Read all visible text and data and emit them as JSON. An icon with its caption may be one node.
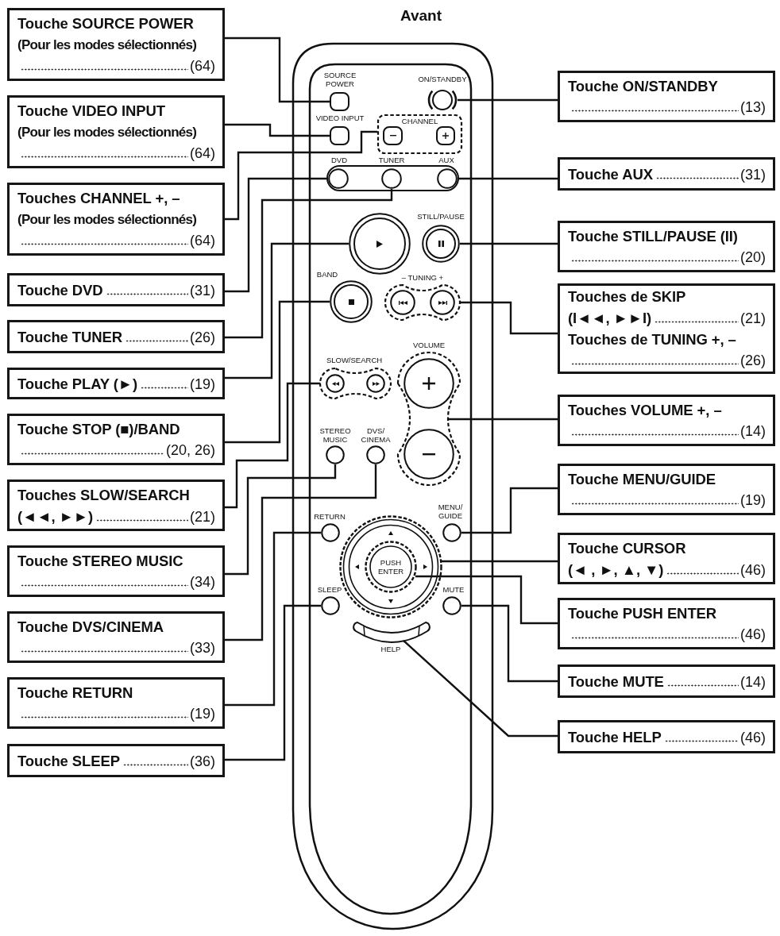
{
  "diagram": {
    "title": "Avant",
    "nodes": [
      {
        "text": [
          "Touche SOURCE POWER",
          "(Pour les modes sélectionnés)",
          "(64)"
        ]
      },
      {
        "text": [
          "Touche VIDEO INPUT",
          "(Pour les modes sélectionnés)",
          "(64)"
        ]
      },
      {
        "text": [
          "Touches CHANNEL +, –",
          "(Pour les modes sélectionnés)",
          "(64)"
        ]
      },
      {
        "text": [
          "Touche DVD",
          "(31)"
        ]
      },
      {
        "text": [
          "Touche TUNER",
          "(26)"
        ]
      },
      {
        "text": [
          "Touche PLAY (►)",
          "(19)"
        ]
      },
      {
        "text": [
          "Touche STOP (■)/BAND",
          "(20, 26)"
        ]
      },
      {
        "text": [
          "Touches SLOW/SEARCH",
          "(◄◄, ►►)",
          "(21)"
        ]
      },
      {
        "text": [
          "Touche STEREO MUSIC",
          "(34)"
        ]
      },
      {
        "text": [
          "Touche DVS/CINEMA",
          "(33)"
        ]
      },
      {
        "text": [
          "Touche RETURN",
          "(19)"
        ]
      },
      {
        "text": [
          "Touche SLEEP",
          "(36)"
        ]
      },
      {
        "text": [
          "Touche ON/STANDBY",
          "(13)"
        ]
      },
      {
        "text": [
          "Touche AUX",
          "(31)"
        ]
      },
      {
        "text": [
          "Touche STILL/PAUSE (II)",
          "(20)"
        ]
      },
      {
        "text": [
          "Touches de SKIP",
          "(I◄◄, ►►I)",
          "(21)",
          "Touches de TUNING +, –",
          "(26)"
        ]
      },
      {
        "text": [
          "Touches VOLUME +, –",
          "(14)"
        ]
      },
      {
        "text": [
          "Touche MENU/GUIDE",
          "(19)"
        ]
      },
      {
        "text": [
          "Touche CURSOR",
          "(◄ , ►, ▲, ▼)",
          "(46)"
        ]
      },
      {
        "text": [
          "Touche PUSH ENTER",
          "(46)"
        ]
      },
      {
        "text": [
          "Touche MUTE",
          "(14)"
        ]
      },
      {
        "text": [
          "Touche HELP",
          "(46)"
        ]
      },
      {
        "text": [],
        "shape": "box",
        "beside": [
          "SOURCE POWER"
        ]
      },
      {
        "text": [],
        "shape": "circle",
        "beside": [
          "ON/STANDBY"
        ]
      },
      {
        "text": [],
        "shape": "box",
        "beside": [
          "VIDEO INPUT"
        ]
      },
      {
        "text": [
          "CHANNEL"
        ]
      },
      {
        "text": [],
        "shape": "box",
        "in": 25
      },
      {
        "text": [],
        "shape": "box",
        "in": 25
      },
      {
        "text": [],
        "shape": "circle",
        "beside": [
          "DVD"
        ]
      },
      {
        "text": [],
        "shape": "circle",
        "beside": [
          "TUNER"
        ]
      },
      {
        "text": [],
        "shape": "circle",
        "beside": [
          "AUX"
        ]
      },
      {
        "text": [],
        "shape": "circle"
      },
      {
        "text": [],
        "shape": "circle",
        "beside": [
          "STILL/PAUSE"
        ]
      },
      {
        "text": [],
        "shape": "circle",
        "beside": [
          "BAND"
        ]
      },
      {
        "text": [],
        "shape": "oval",
        "beside": [
          "– TUNING +"
        ]
      },
      {
        "text": [],
        "shape": "circle",
        "in": 34
      },
      {
        "text": [],
        "shape": "circle",
        "in": 34
      },
      {
        "text": [],
        "shape": "oval",
        "beside": [
          "SLOW/SEARCH"
        ]
      },
      {
        "text": [],
        "shape": "circle",
        "in": 37
      },
      {
        "text": [],
        "shape": "circle",
        "in": 37
      },
      {
        "text": [],
        "shape": "oval",
        "beside": [
          "VOLUME"
        ]
      },
      {
        "text": [],
        "shape": "circle",
        "in": 40
      },
      {
        "text": [],
        "shape": "circle",
        "in": 40
      },
      {
        "text": [],
        "shape": "circle",
        "beside": [
          "STEREO MUSIC"
        ]
      },
      {
        "text": [],
        "shape": "circle",
        "beside": [
          "DVS/ CINEMA"
        ]
      },
      {
        "text": [],
        "shape": "circle",
        "beside": [
          "RETURN"
        ]
      },
      {
        "text": [],
        "shape": "circle",
        "beside": [
          "MENU/ GUIDE"
        ]
      },
      {
        "text": [],
        "shape": "circle"
      },
      {
        "text": [
          "PUSH ENTER"
        ],
        "in": 47
      },
      {
        "text": [],
        "shape": "circle",
        "beside": [
          "SLEEP"
        ]
      },
      {
        "text": [],
        "shape": "circle",
        "beside": [
          "MUTE"
        ]
      },
      {
        "text": [],
        "shape": "bar",
        "beside": [
          "HELP"
        ]
      }
    ],
    "edges": [
      {
        "from": 0,
        "to": 22,
        "arrow": "none"
      },
      {
        "from": 1,
        "to": 24,
        "arrow": "none"
      },
      {
        "from": 2,
        "to": 25,
        "arrow": "none"
      },
      {
        "from": 3,
        "to": 28,
        "arrow": "none"
      },
      {
        "from": 4,
        "to": 29,
        "arrow": "none"
      },
      {
        "from": 5,
        "to": 31,
        "arrow": "none"
      },
      {
        "from": 6,
        "to": 33,
        "arrow": "none"
      },
      {
        "from": 7,
        "to": 37,
        "arrow": "none"
      },
      {
        "from": 8,
        "to": 43,
        "arrow": "none"
      },
      {
        "from": 9,
        "to": 44,
        "arrow": "none"
      },
      {
        "from": 10,
        "to": 45,
        "arrow": "none"
      },
      {
        "from": 11,
        "to": 49,
        "arrow": "none"
      },
      {
        "from": 12,
        "to": 23,
        "arrow": "none"
      },
      {
        "from": 13,
        "to": 30,
        "arrow": "none"
      },
      {
        "from": 14,
        "to": 32,
        "arrow": "none"
      },
      {
        "from": 15,
        "to": 34,
        "arrow": "none"
      },
      {
        "from": 16,
        "to": 40,
        "arrow": "none"
      },
      {
        "from": 17,
        "to": 46,
        "arrow": "none"
      },
      {
        "from": 18,
        "to": 47,
        "arrow": "none"
      },
      {
        "from": 19,
        "to": 48,
        "arrow": "none"
      },
      {
        "from": 20,
        "to": 50,
        "arrow": "none"
      },
      {
        "from": 21,
        "to": 51,
        "arrow": "none"
      }
    ]
  }
}
